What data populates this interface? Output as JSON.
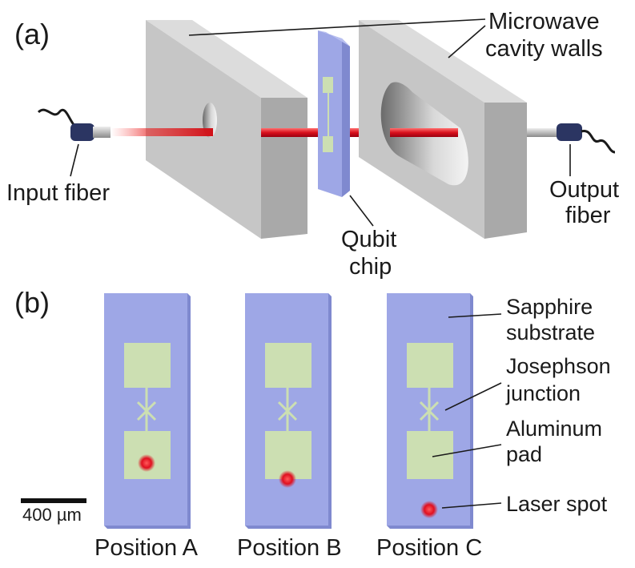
{
  "panel_a": {
    "label": "(a)",
    "cavity_label_line1": "Microwave",
    "cavity_label_line2": "cavity walls",
    "input_fiber_label": "Input fiber",
    "output_fiber_label_line1": "Output",
    "output_fiber_label_line2": "fiber",
    "chip_label_line1": "Qubit",
    "chip_label_line2": "chip"
  },
  "panel_b": {
    "label": "(b)",
    "positions": [
      "Position A",
      "Position B",
      "Position C"
    ],
    "substrate_label_line1": "Sapphire",
    "substrate_label_line2": "substrate",
    "junction_label_line1": "Josephson",
    "junction_label_line2": "junction",
    "pad_label_line1": "Aluminum",
    "pad_label_line2": "pad",
    "laser_label": "Laser spot",
    "scale_bar_label": "400 µm"
  },
  "colors": {
    "wall_front": "#c4c4c4",
    "wall_top": "#dcdcdc",
    "wall_side": "#a8a8a8",
    "chip": "#9ea7e6",
    "chip_side": "#7f89cf",
    "pad": "#ccdfb2",
    "laser": "#e01020",
    "fiber_jacket": "#2b3562"
  }
}
